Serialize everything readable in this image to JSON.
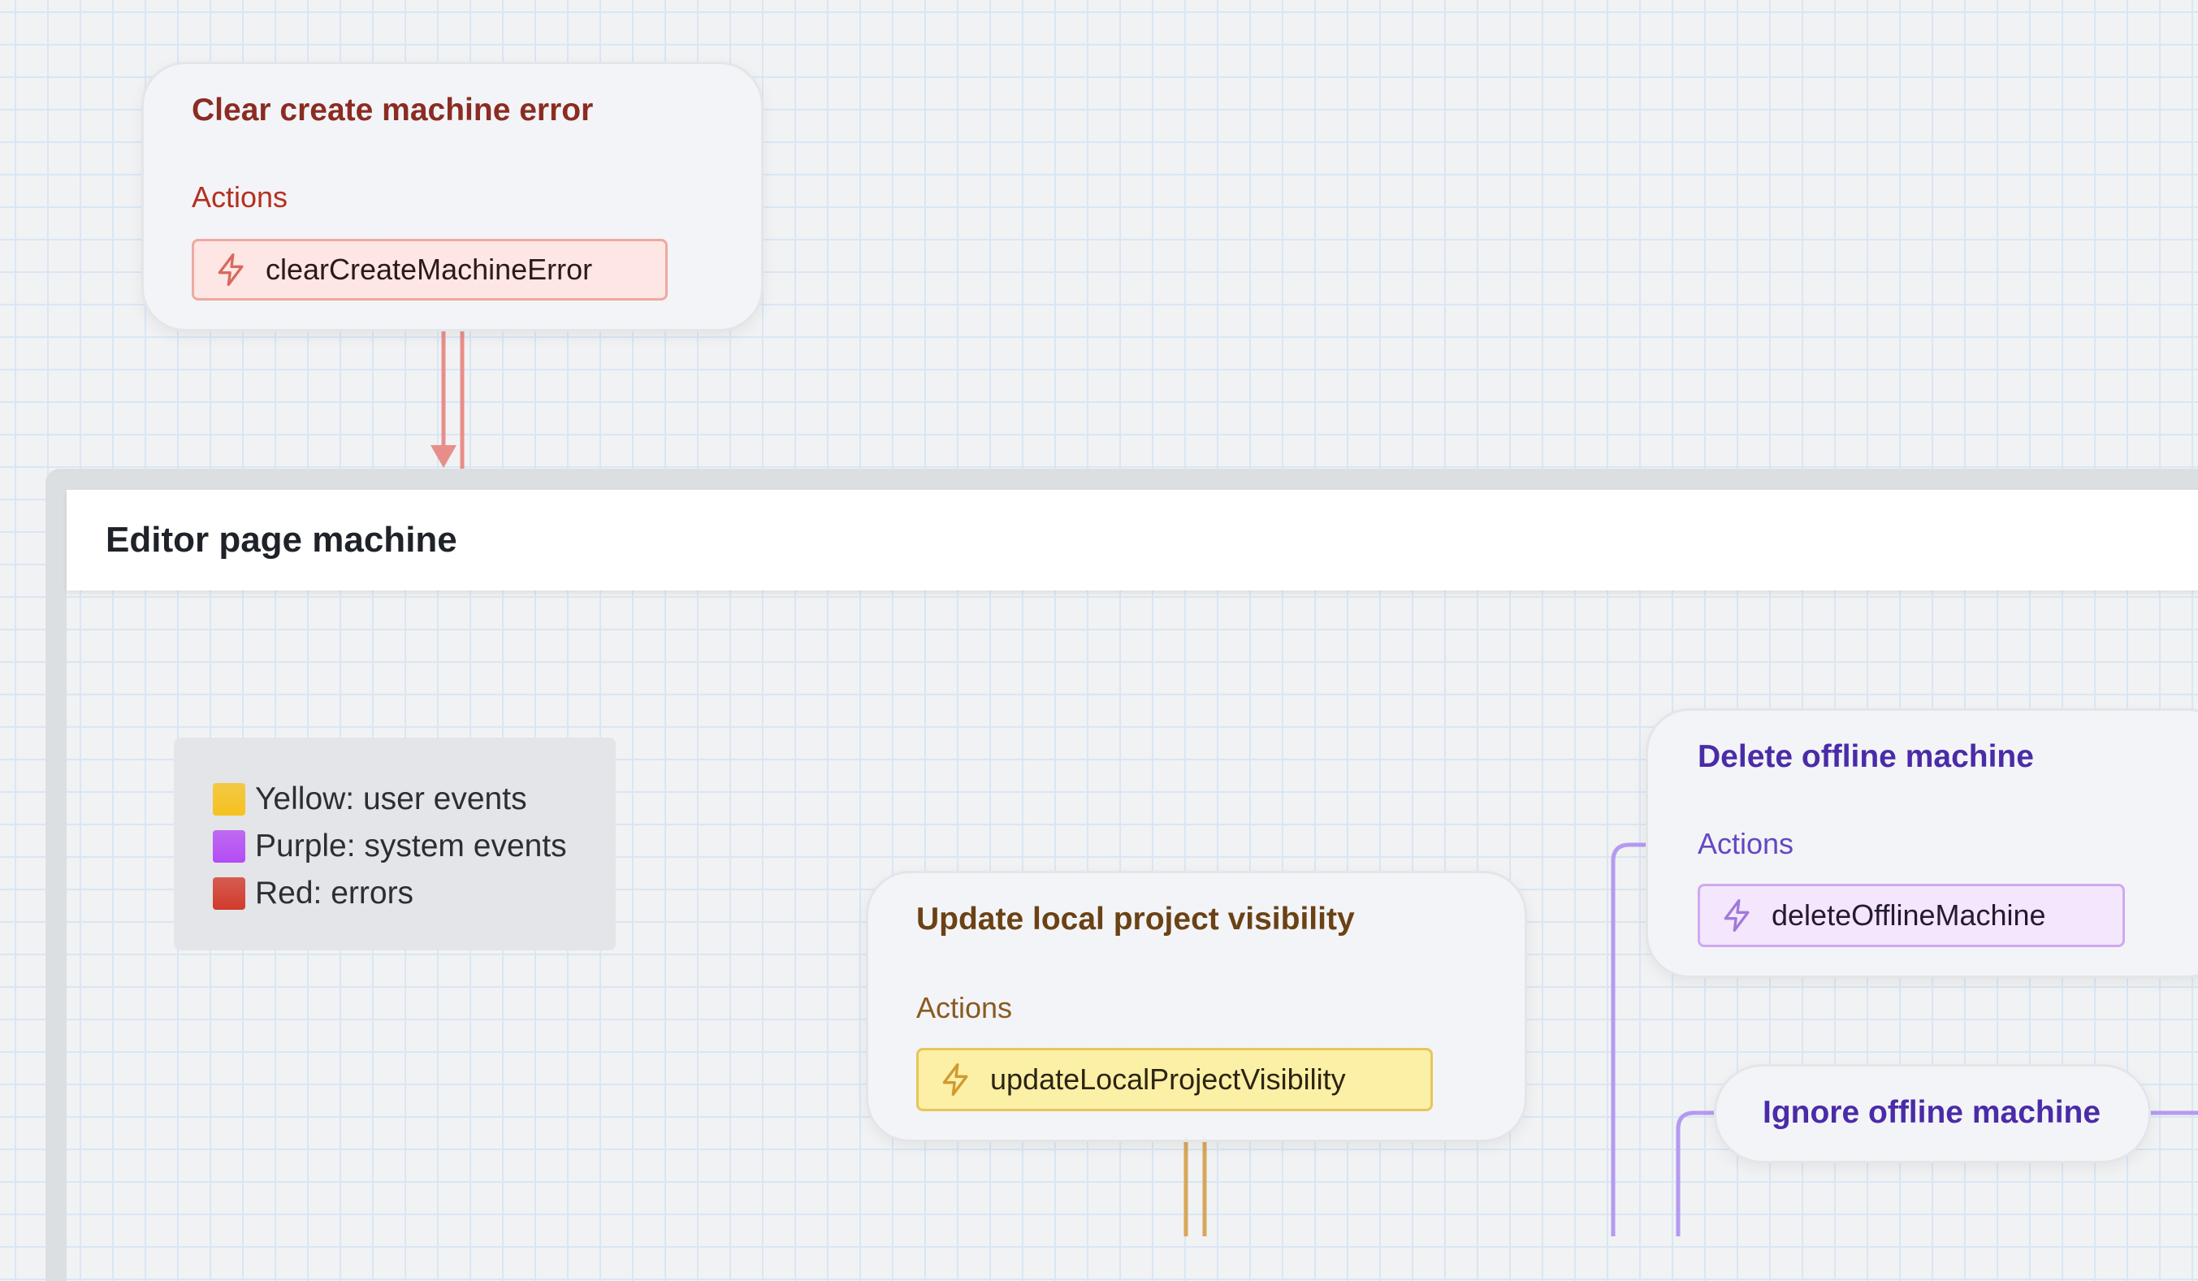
{
  "parent_state": {
    "title": "Editor page machine"
  },
  "legend": {
    "items": [
      {
        "label": "Yellow: user events",
        "color": "#f6c21d"
      },
      {
        "label": "Purple: system events",
        "color": "#b54cf5"
      },
      {
        "label": "Red: errors",
        "color": "#d23a2c"
      }
    ]
  },
  "states": {
    "clear_error": {
      "title": "Clear create machine error",
      "actions_label": "Actions",
      "action": "clearCreateMachineError",
      "colors": {
        "title": "#8b2c22",
        "label": "#b5301f",
        "chip_bg": "#fde6e3",
        "chip_border": "#eea9a0",
        "bolt": "#d66a5e",
        "edge": "#e88e8a"
      }
    },
    "update_visibility": {
      "title": "Update local project visibility",
      "actions_label": "Actions",
      "action": "updateLocalProjectVisibility",
      "colors": {
        "title": "#6b4215",
        "label": "#8a5a22",
        "chip_bg": "#fcefa6",
        "chip_border": "#e8c65a",
        "bolt": "#d09a2e",
        "edge": "#d8a75c"
      }
    },
    "delete_offline": {
      "title": "Delete offline machine",
      "actions_label": "Actions",
      "action": "deleteOfflineMachine",
      "colors": {
        "title": "#4a2ba8",
        "label": "#6547c4",
        "chip_bg": "#f4e6fd",
        "chip_border": "#cfa9f0",
        "bolt": "#a07ad8",
        "edge": "#b49af0"
      }
    },
    "ignore_offline": {
      "title": "Ignore offline machine",
      "colors": {
        "title": "#4a2ba8"
      }
    }
  }
}
